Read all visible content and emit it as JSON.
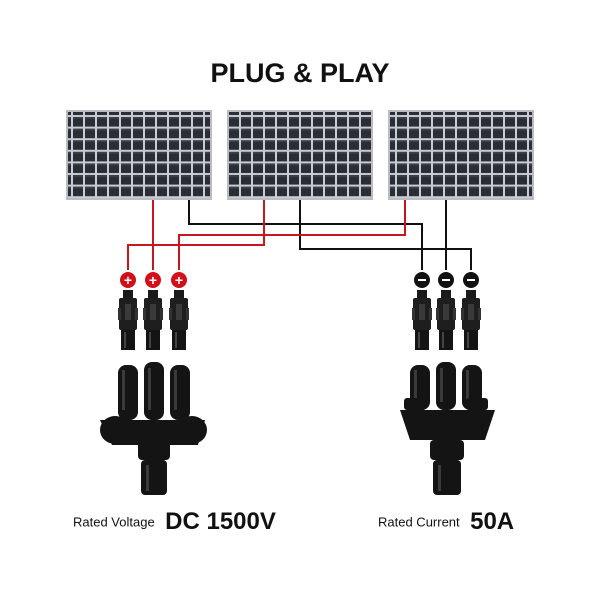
{
  "title": "PLUG & PLAY",
  "panels": [
    "solar-panel-1",
    "solar-panel-2",
    "solar-panel-3"
  ],
  "positive_connector": {
    "symbol": "+",
    "count": 3,
    "color": "#d0101a"
  },
  "negative_connector": {
    "symbol": "−",
    "count": 3,
    "color": "#111111"
  },
  "wire_colors": {
    "positive": "#c8161e",
    "negative": "#111111"
  },
  "specs": {
    "voltage": {
      "label": "Rated Voltage",
      "value": "DC 1500V"
    },
    "current": {
      "label": "Rated Current",
      "value": "50A"
    }
  }
}
